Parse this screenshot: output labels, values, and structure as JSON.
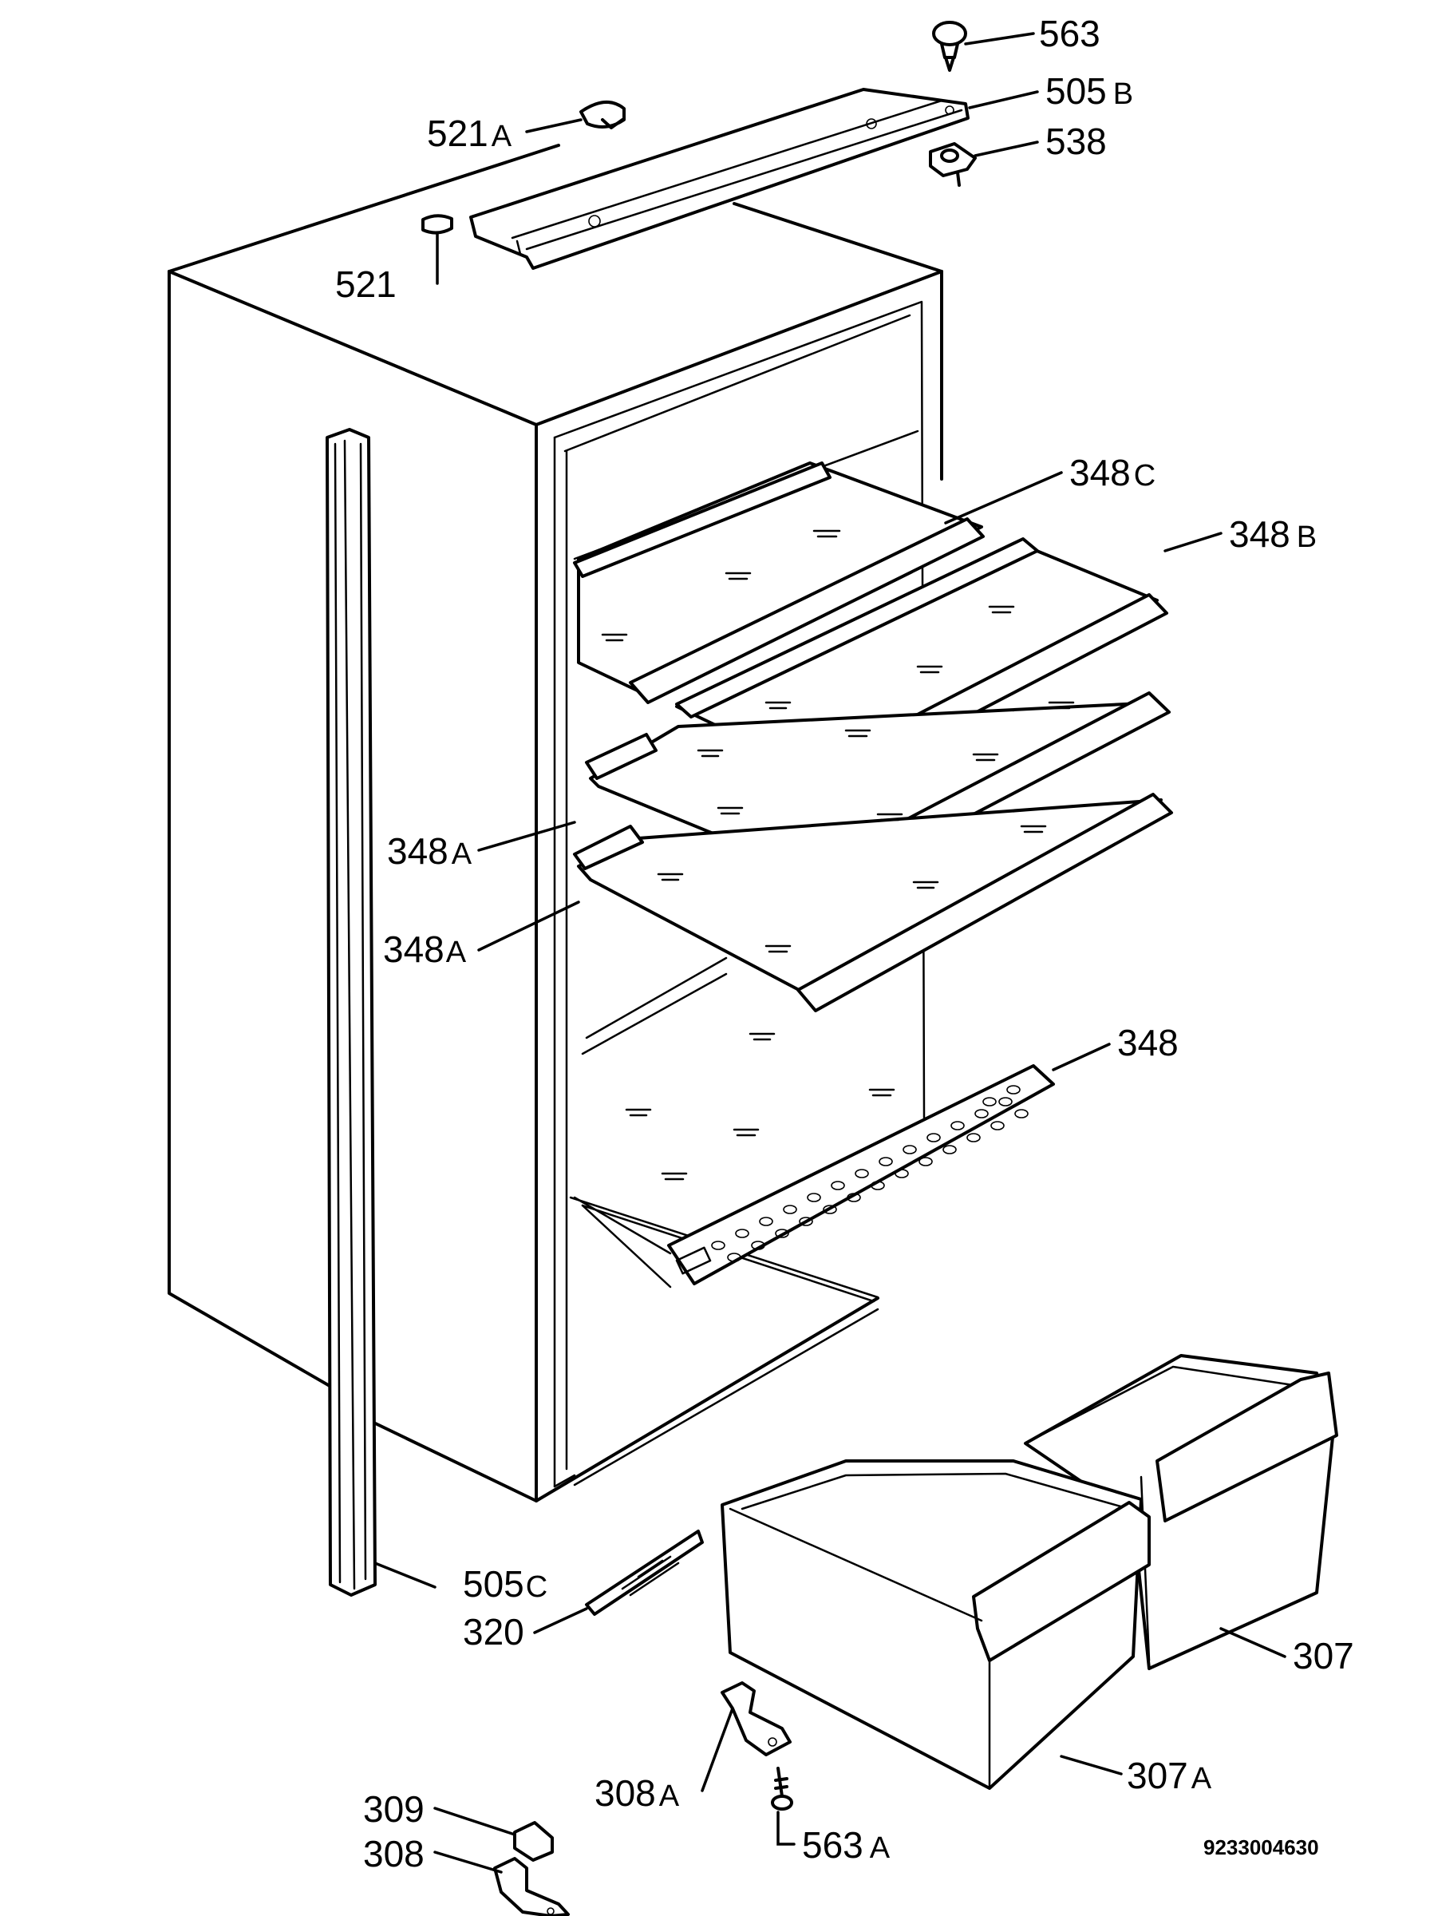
{
  "drawing": {
    "document_number": "9233004630"
  },
  "callouts": [
    {
      "id": "c563",
      "num": "563",
      "suffix": ""
    },
    {
      "id": "c505b",
      "num": "505",
      "suffix": "B"
    },
    {
      "id": "c538",
      "num": "538",
      "suffix": ""
    },
    {
      "id": "c521a",
      "num": "521",
      "suffix": "A"
    },
    {
      "id": "c521",
      "num": "521",
      "suffix": ""
    },
    {
      "id": "c348c",
      "num": "348",
      "suffix": "C"
    },
    {
      "id": "c348b",
      "num": "348",
      "suffix": "B"
    },
    {
      "id": "c348a1",
      "num": "348",
      "suffix": "A"
    },
    {
      "id": "c348a2",
      "num": "348",
      "suffix": "A"
    },
    {
      "id": "c348",
      "num": "348",
      "suffix": ""
    },
    {
      "id": "c505c",
      "num": "505",
      "suffix": "C"
    },
    {
      "id": "c320",
      "num": "320",
      "suffix": ""
    },
    {
      "id": "c307",
      "num": "307",
      "suffix": ""
    },
    {
      "id": "c307a",
      "num": "307",
      "suffix": "A"
    },
    {
      "id": "c308a",
      "num": "308",
      "suffix": "A"
    },
    {
      "id": "c563a",
      "num": "563",
      "suffix": "A"
    },
    {
      "id": "c309",
      "num": "309",
      "suffix": ""
    },
    {
      "id": "c308",
      "num": "308",
      "suffix": ""
    }
  ]
}
